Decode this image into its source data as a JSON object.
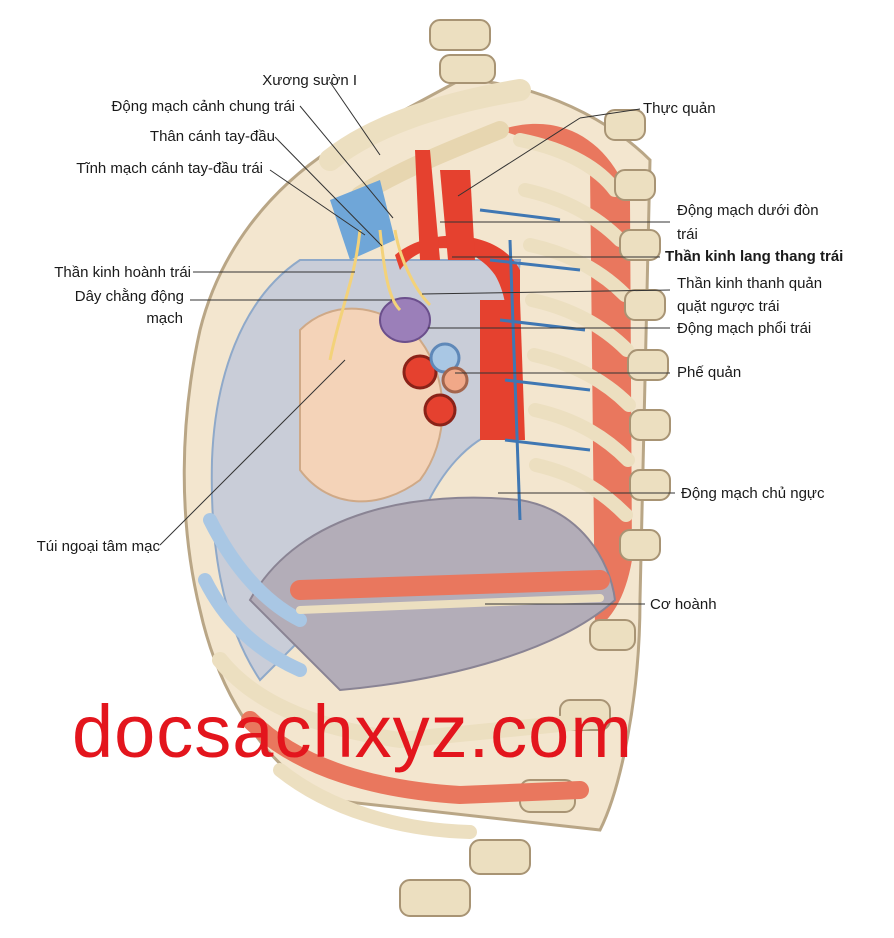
{
  "labels": {
    "xuong_suon_1": "Xương sườn I",
    "dm_canh_chung_trai": "Động mạch cảnh chung trái",
    "than_canh_tay_dau": "Thân cánh tay-đầu",
    "tm_canh_tay_dau_trai": "Tĩnh mạch cánh tay-đầu trái",
    "tk_hoanh_trai": "Thần kinh hoành trái",
    "day_chang_1": "Dây chằng động",
    "day_chang_2": "mạch",
    "tui_ngoai_tam_mac": "Túi ngoại tâm mạc",
    "thuc_quan": "Thực quản",
    "dm_duoi_don_1": "Động mạch dưới đòn",
    "dm_duoi_don_2": "trái",
    "tk_lang_thang_trai": "Thần kinh lang thang trái",
    "tk_thanh_quan_1": "Thần kinh thanh quản",
    "tk_thanh_quan_2": "quặt ngược trái",
    "dm_phoi_trai": "Động mạch phổi trái",
    "phe_quan": "Phế quản",
    "dm_chu_nguc": "Động mạch chủ ngực",
    "co_hoanh": "Cơ hoành"
  },
  "watermark": "docsachxyz.com",
  "colors": {
    "bone": "#ecdfc0",
    "muscle": "#e9775e",
    "artery": "#e5412f",
    "vein": "#6fa6d8",
    "nerve": "#f3d27a",
    "pleura": "#c9cdd8",
    "diaphragm": "#b3adb8",
    "watermark": "#e3151d"
  }
}
